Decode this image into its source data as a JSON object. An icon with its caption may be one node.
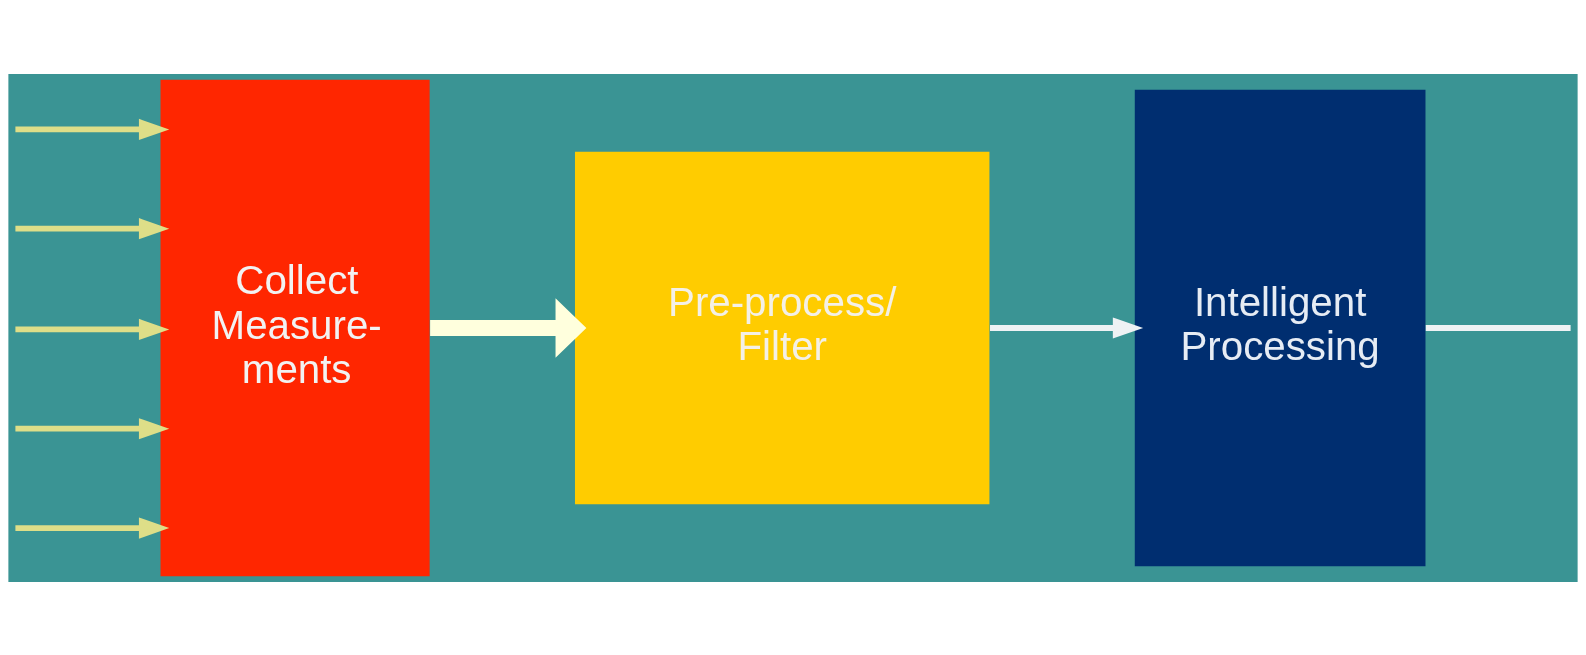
{
  "diagram": {
    "nodes": [
      {
        "text": [
          "Collect Measure- ments"
        ]
      },
      {
        "text": [
          "Pre-process/ Filter"
        ]
      },
      {
        "text": [
          "Intelligent Processing"
        ]
      }
    ],
    "edges": [
      {
        "from": null,
        "to": 0,
        "arrow": "to",
        "color": "#dede88"
      },
      {
        "from": null,
        "to": 0,
        "arrow": "to",
        "color": "#dede88"
      },
      {
        "from": null,
        "to": 0,
        "arrow": "to",
        "color": "#dede88"
      },
      {
        "from": null,
        "to": 0,
        "arrow": "to",
        "color": "#dede88"
      },
      {
        "from": null,
        "to": 0,
        "arrow": "to",
        "color": "#dede88"
      },
      {
        "from": 0,
        "to": 1,
        "arrow": "to",
        "style": "thick",
        "color": "#ffffdd"
      },
      {
        "from": 1,
        "to": 2,
        "arrow": "to",
        "color": "#eef2f4"
      },
      {
        "from": 2,
        "to": null,
        "arrow": "none",
        "color": "#eef2f4"
      }
    ]
  }
}
